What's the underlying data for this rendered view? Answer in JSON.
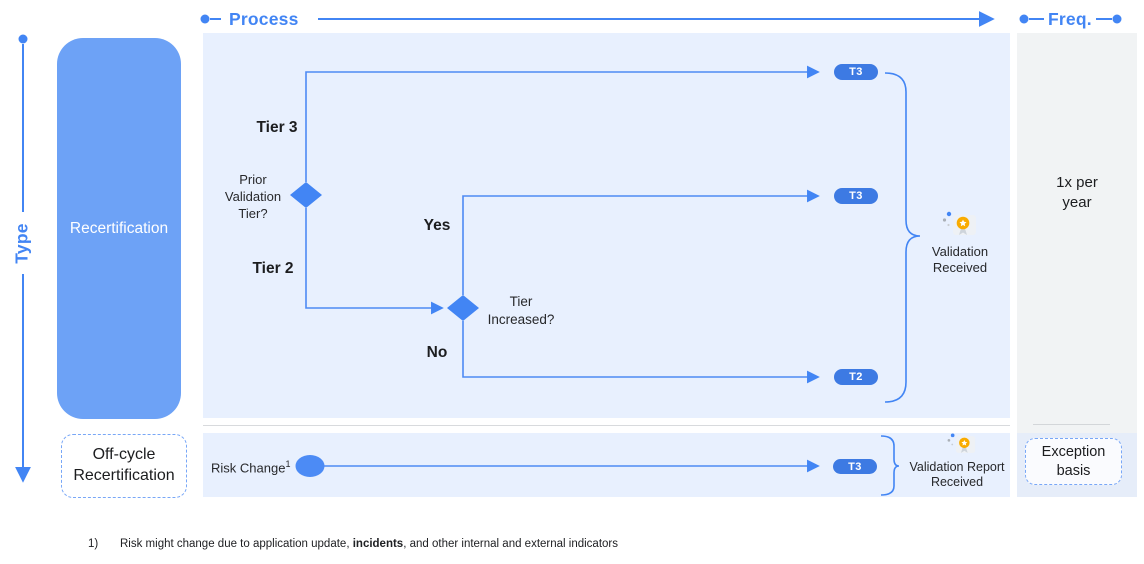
{
  "colors": {
    "accent_blue": "#4285f4",
    "line_blue": "#4e8af4",
    "pill_blue": "#3d7ae3",
    "row_box_blue": "#6da2f6",
    "process_panel": "#e8f0fe",
    "frequency_panel": "#f1f3f4",
    "frequency_panel_bottom": "#e6edf9"
  },
  "axes": {
    "process": "Process",
    "type": "Type",
    "freq": "Freq."
  },
  "icons": {
    "validation_received": "award-ribbon-icon",
    "validation_report_received": "award-ribbon-icon"
  },
  "recert_row": {
    "type_label": "Recertification",
    "tier3_branch": "Tier 3",
    "tier2_branch": "Tier 2",
    "decision1": "Prior\nValidation\nTier?",
    "yes_branch": "Yes",
    "no_branch": "No",
    "decision2": "Tier\nIncreased?",
    "outcomes": [
      "T3",
      "T3",
      "T2"
    ],
    "result": "Validation\nReceived",
    "frequency": "1x per\nyear"
  },
  "offcycle_row": {
    "type_label": "Off-cycle\nRecertification",
    "trigger": "Risk Change",
    "trigger_footnote": "1",
    "outcome": "T3",
    "result": "Validation Report\nReceived",
    "frequency": "Exception\nbasis"
  },
  "footnote": {
    "marker": "1)",
    "text_pre": "Risk might change due to application update, ",
    "text_bold": "incidents",
    "text_post": ", and other internal and external indicators"
  }
}
